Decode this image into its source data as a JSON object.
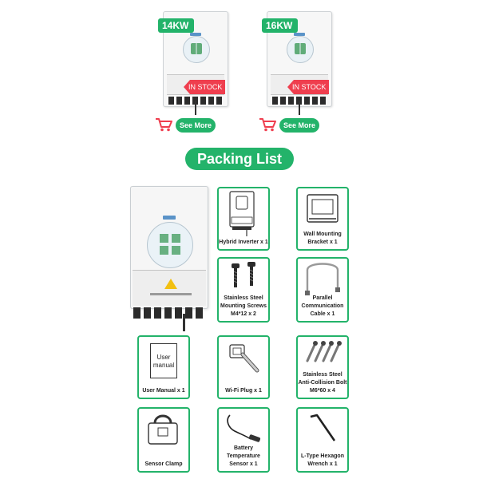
{
  "products": [
    {
      "kw_label": "14KW",
      "stock_label": "IN STOCK",
      "see_more_label": "See More"
    },
    {
      "kw_label": "16KW",
      "stock_label": "IN STOCK",
      "see_more_label": "See More"
    }
  ],
  "packing_list": {
    "title": "Packing List",
    "items": [
      {
        "label": "Hybrid Inverter x 1",
        "icon": "hybrid-inverter-icon"
      },
      {
        "label": "Wall Mounting Bracket x 1",
        "icon": "wall-bracket-icon"
      },
      {
        "label": "Stainless Steel Mounting Screws M4*12 x 2",
        "icon": "screws-icon"
      },
      {
        "label": "Parallel Communication Cable x 1",
        "icon": "cable-icon"
      },
      {
        "label": "User Manual x 1",
        "icon": "user-manual-icon",
        "page_text": "User manual"
      },
      {
        "label": "Wi-Fi Plug x 1",
        "icon": "wifi-plug-icon"
      },
      {
        "label": "Stainless Steel Anti-Collision Bolt M6*60 x 4",
        "icon": "bolts-icon"
      },
      {
        "label": "Sensor Clamp",
        "icon": "sensor-clamp-icon"
      },
      {
        "label": "Battery Temperature Sensor x 1",
        "icon": "temperature-sensor-icon"
      },
      {
        "label": "L-Type Hexagon Wrench x 1",
        "icon": "hex-wrench-icon"
      }
    ]
  },
  "colors": {
    "accent_green": "#23b36a",
    "stock_red": "#ef3e4e"
  }
}
